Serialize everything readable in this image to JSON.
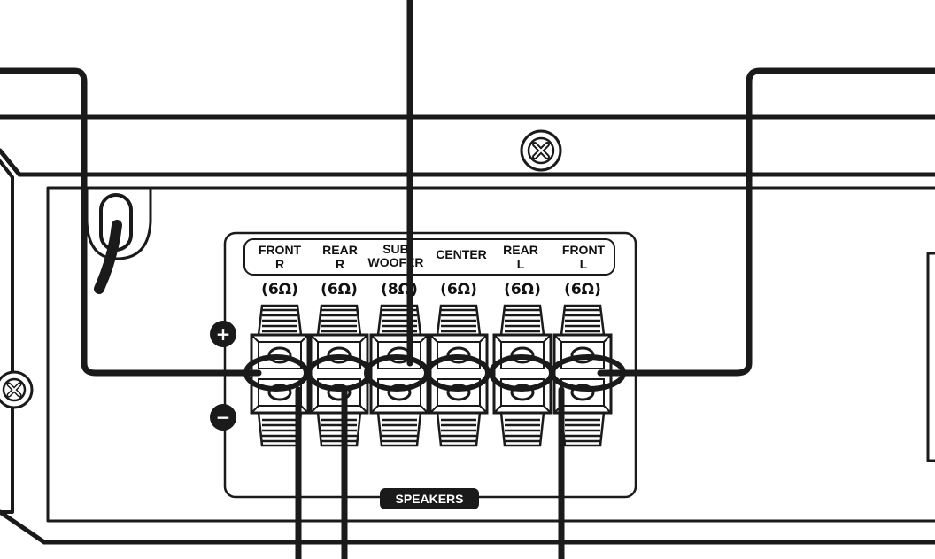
{
  "terminals": [
    {
      "name": "front-r",
      "line1": "FRONT",
      "line2": "R",
      "impedance": "(6Ω)"
    },
    {
      "name": "rear-r",
      "line1": "REAR",
      "line2": "R",
      "impedance": "(6Ω)"
    },
    {
      "name": "subwoofer",
      "line1": "SUB",
      "line2": "WOOFER",
      "impedance": "(8Ω)"
    },
    {
      "name": "center",
      "line1": "CENTER",
      "line2": "",
      "impedance": "(6Ω)"
    },
    {
      "name": "rear-l",
      "line1": "REAR",
      "line2": "L",
      "impedance": "(6Ω)"
    },
    {
      "name": "front-l",
      "line1": "FRONT",
      "line2": "L",
      "impedance": "(6Ω)"
    }
  ],
  "polarity": {
    "plus": "+",
    "minus": "−"
  },
  "badge": "SPEAKERS",
  "colors": {
    "ink": "#1a1a1a",
    "paper": "#ffffff"
  }
}
